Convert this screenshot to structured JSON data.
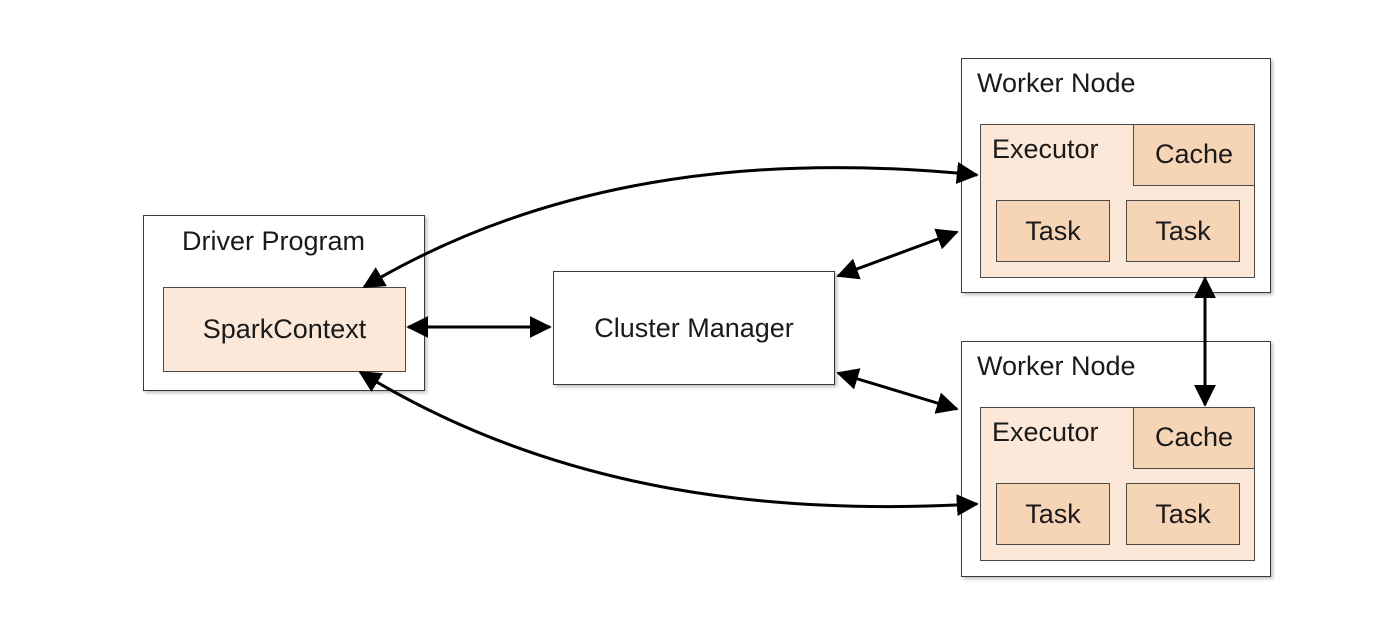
{
  "driver": {
    "title": "Driver Program",
    "context": "SparkContext"
  },
  "cluster_manager": {
    "label": "Cluster Manager"
  },
  "workers": [
    {
      "title": "Worker Node",
      "executor": "Executor",
      "cache": "Cache",
      "tasks": [
        "Task",
        "Task"
      ]
    },
    {
      "title": "Worker Node",
      "executor": "Executor",
      "cache": "Cache",
      "tasks": [
        "Task",
        "Task"
      ]
    }
  ],
  "colors": {
    "executor_fill": "#fbe8d9",
    "task_fill": "#f6d4b6",
    "border": "#3a3a3a",
    "arrow": "#000000"
  }
}
